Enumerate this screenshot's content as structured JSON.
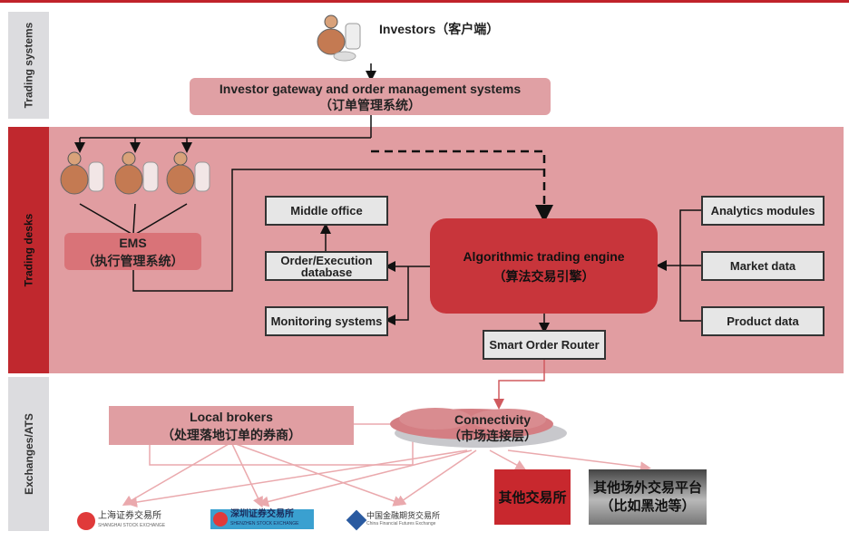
{
  "lanes": {
    "trading_systems": "Trading systems",
    "trading_desks": "Trading desks",
    "exchanges": "Exchanges/ATS"
  },
  "investors": {
    "label": "Investors（客户端）",
    "icon": "investor-at-computer-icon"
  },
  "gateway": {
    "title": "Investor gateway and order management systems",
    "subtitle": "（订单管理系统）"
  },
  "traders": {
    "count": 3,
    "icon": "trader-at-computer-icon"
  },
  "ems": {
    "title": "EMS",
    "subtitle": "（执行管理系统）"
  },
  "middle_office": "Middle office",
  "order_db": {
    "line1": "Order/Execution",
    "line2": "database"
  },
  "monitoring": "Monitoring systems",
  "engine": {
    "title": "Algorithmic trading engine",
    "subtitle": "（算法交易引擎）"
  },
  "sor": "Smart Order Router",
  "inputs": [
    "Analytics modules",
    "Market data",
    "Product data"
  ],
  "local_brokers": {
    "title": "Local brokers",
    "subtitle": "（处理落地订单的券商）"
  },
  "connectivity": {
    "title": "Connectivity",
    "subtitle": "（市场连接层）"
  },
  "other_exchanges": "其他交易所",
  "otc": {
    "line1": "其他场外交易平台",
    "line2": "（比如黑池等）"
  },
  "exchanges": [
    {
      "name": "上海证券交易所",
      "sub": "SHANGHAI STOCK EXCHANGE",
      "color": "#e03a3a"
    },
    {
      "name": "深圳证券交易所",
      "sub": "SHENZHEN STOCK EXCHANGE",
      "color": "#3aa0d0"
    },
    {
      "name": "中国金融期货交易所",
      "sub": "China Financial Futures Exchange",
      "color": "#2a5aa0"
    }
  ]
}
